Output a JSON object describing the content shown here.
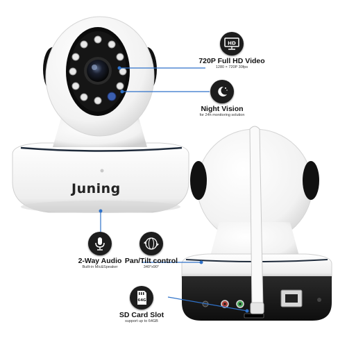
{
  "brand": "Juning",
  "features": {
    "video": {
      "title": "720P Full HD Video",
      "subtitle": "1280 × 720P 30fps",
      "icon": "hd-monitor-icon",
      "icon_text": "HD"
    },
    "night": {
      "title": "Night Vision",
      "subtitle": "for 24h monitoring solution",
      "icon": "moon-stars-icon"
    },
    "audio": {
      "title": "2-Way Audio",
      "subtitle": "Built-in Mic&Speaker",
      "icon": "microphone-icon"
    },
    "pantilt": {
      "title": "Pan/Tilt control",
      "subtitle": "340°x90°",
      "icon": "rotate-icon"
    },
    "sdcard": {
      "title": "SD Card Slot",
      "subtitle": "support up to 64GB",
      "icon": "sd-card-icon",
      "icon_text": "64G"
    }
  },
  "colors": {
    "accent": "#2f72c9",
    "icon_bg": "#1d1d1d",
    "camera_body": "#f7f7f7",
    "camera_dark": "#1a1a1a"
  }
}
